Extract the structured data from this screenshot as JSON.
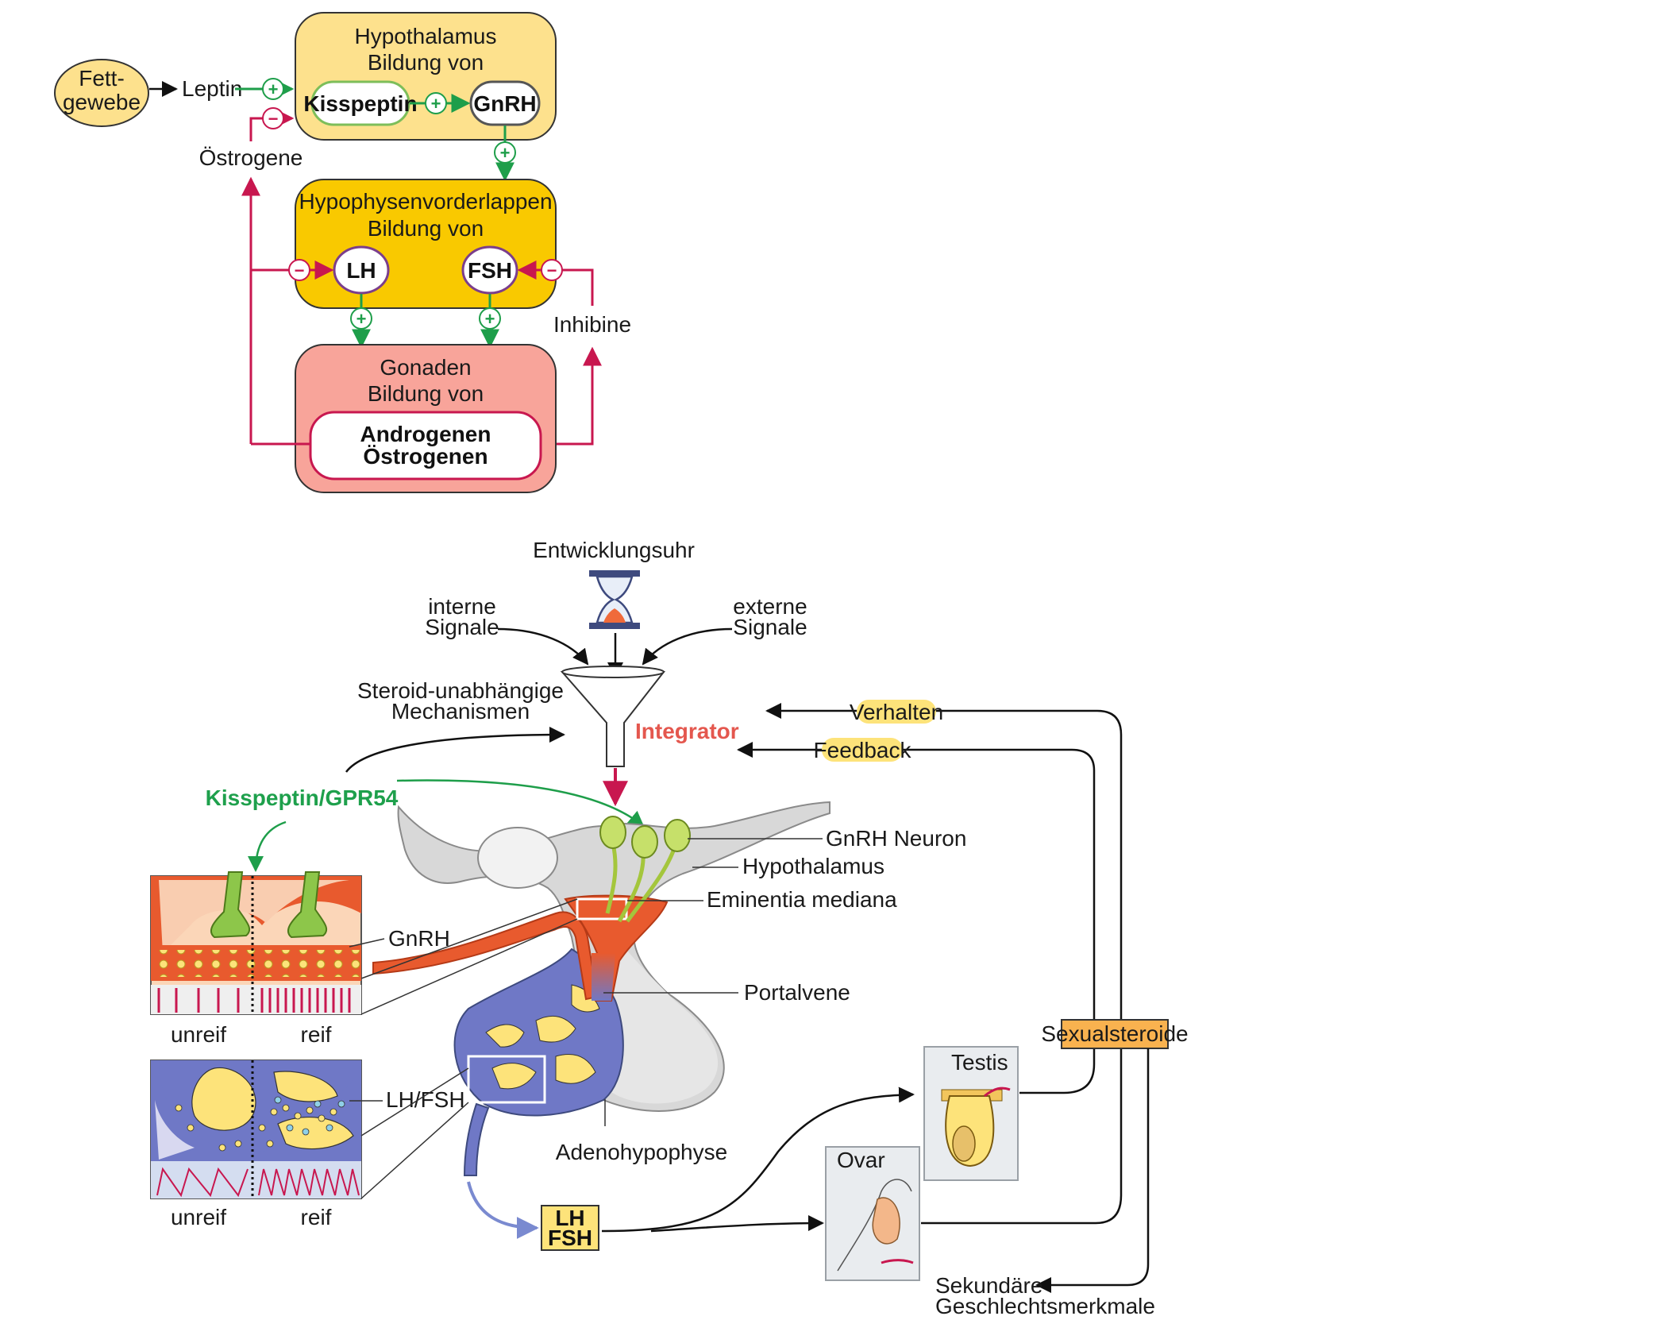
{
  "top_diagram": {
    "fat_tissue": "Fett-\ngewebe",
    "leptin": "Leptin",
    "estrogens_label": "Östrogene",
    "inhibine_label": "Inhibine",
    "hypothalamus": {
      "title": "Hypothalamus",
      "subtitle": "Bildung von",
      "kisspeptin": "Kisspeptin",
      "gnrh": "GnRH"
    },
    "pituitary": {
      "title": "Hypophysenvorderlappen",
      "subtitle": "Bildung von",
      "lh": "LH",
      "fsh": "FSH"
    },
    "gonads": {
      "title": "Gonaden",
      "subtitle": "Bildung von",
      "product_1": "Androgenen",
      "product_2": "Östrogenen"
    },
    "plus_sign": "+",
    "minus_sign": "−"
  },
  "bottom_diagram": {
    "clock": "Entwicklungsuhr",
    "internal_signals": "interne\nSignale",
    "external_signals": "externe\nSignale",
    "steroid_independent": "Steroid-unabhängige\nMechanismen",
    "integrator": "Integrator",
    "kisspeptin_receptor": "Kisspeptin/GPR54",
    "behavior": "Verhalten",
    "feedback": "Feedback",
    "gnrh_neuron": "GnRH Neuron",
    "hypothalamus": "Hypothalamus",
    "median_eminence": "Eminentia mediana",
    "portal_vein": "Portalvene",
    "adenohypophysis": "Adenohypophyse",
    "gnrh": "GnRH",
    "lh_fsh_inset": "LH/FSH",
    "immature": "unreif",
    "mature": "reif",
    "sex_steroids": "Sexualsteroide",
    "testis": "Testis",
    "ovary": "Ovar",
    "lh": "LH",
    "fsh": "FSH",
    "secondary_sex": "Sekundäre\nGeschlechtsmerkmale"
  },
  "colors": {
    "hypothalamus_box": "#FDE18D",
    "pituitary_box": "#F9C900",
    "gonads_box": "#F8A49A",
    "stimulation": "#1E9E4A",
    "inhibition": "#C8174F",
    "integrator": "#E4574E",
    "kisspeptin": "#1EA04C",
    "portal_vessel": "#E85A2E",
    "pituitary_blue": "#6F78C6",
    "granule_yellow": "#FDE37A",
    "label_tag": "#FDE37A",
    "sex_steroids_box": "#F9B24F"
  }
}
